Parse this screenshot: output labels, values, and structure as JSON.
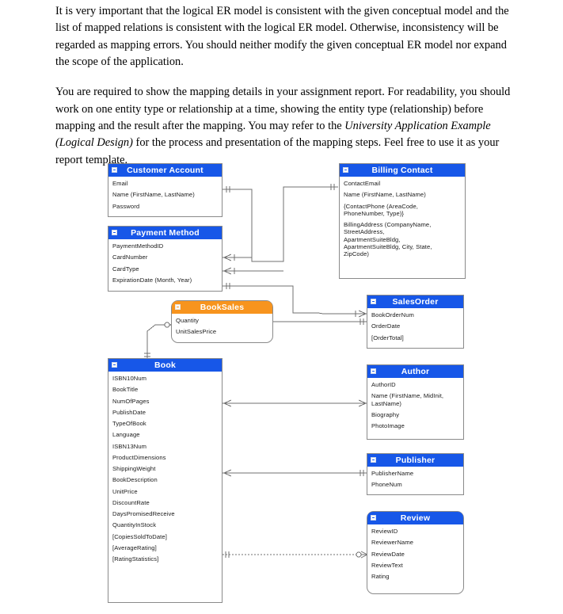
{
  "document": {
    "paragraphs": [
      "It is very important that the logical ER model is consistent with the given conceptual model and the list of mapped relations is consistent with the logical ER model. Otherwise, inconsistency will be regarded as mapping errors. You should neither modify the given conceptual ER model nor expand the scope of the application.",
      "You are required to show the mapping details in your assignment report. For readability, you should work on one entity type or relationship at a time, showing the entity type (relationship) before mapping and the result after the mapping. You may refer to the "
    ],
    "italic_reference": "University Application Example (Logical Design)",
    "paragraph2_tail": " for the process and presentation of the mapping steps. Feel free to use it as your report template."
  },
  "diagram": {
    "type": "entity-relationship-diagram",
    "notation": "crows-foot",
    "colors": {
      "entity_header": "#1757e8",
      "relationship_header": "#f7941e",
      "entity_body": "#ffffff",
      "border": "#8a8a8a",
      "connector": "#707070"
    },
    "entities": [
      {
        "name": "Customer Account",
        "kind": "entity",
        "header_color": "#1757e8",
        "attributes": [
          "Email",
          "Name (FirstName, LastName)",
          "Password"
        ]
      },
      {
        "name": "Payment Method",
        "kind": "entity",
        "header_color": "#1757e8",
        "attributes": [
          "PaymentMethodID",
          "CardNumber",
          "CardType",
          "ExpirationDate (Month, Year)"
        ]
      },
      {
        "name": "Billing Contact",
        "kind": "entity",
        "header_color": "#1757e8",
        "attributes": [
          "ContactEmail",
          "Name (FirstName, LastName)",
          "{ContactPhone (AreaCode,\nPhoneNumber, Type)}",
          "BillingAddress (CompanyName,\nStreetAddress,\nApartmentSuiteBldg,\nApartmentSuiteBldg, City, State,\nZipCode)"
        ]
      },
      {
        "name": "BookSales",
        "kind": "relationship",
        "header_color": "#f7941e",
        "attributes": [
          "Quantity",
          "UnitSalesPrice"
        ]
      },
      {
        "name": "SalesOrder",
        "kind": "entity",
        "header_color": "#1757e8",
        "attributes": [
          "BookOrderNum",
          "OrderDate",
          "[OrderTotal]"
        ]
      },
      {
        "name": "Book",
        "kind": "entity",
        "header_color": "#1757e8",
        "attributes": [
          "ISBN10Num",
          "BookTitle",
          "NumOfPages",
          "PublishDate",
          "TypeOfBook",
          "Language",
          "ISBN13Num",
          "ProductDimensions",
          "ShippingWeight",
          "BookDescription",
          "UnitPrice",
          "DiscountRate",
          "DaysPromisedReceive",
          "QuantityInStock",
          "[CopiesSoldToDate]",
          "[AverageRating]",
          "[RatingStatistics]"
        ]
      },
      {
        "name": "Author",
        "kind": "entity",
        "header_color": "#1757e8",
        "attributes": [
          "AuthorID",
          "Name (FirstName, MidInit,\nLastName)",
          "Biography",
          "PhotoImage"
        ]
      },
      {
        "name": "Publisher",
        "kind": "entity",
        "header_color": "#1757e8",
        "attributes": [
          "PublisherName",
          "PhoneNum"
        ]
      },
      {
        "name": "Review",
        "kind": "entity",
        "header_color": "#1757e8",
        "attributes": [
          "ReviewID",
          "ReviewerName",
          "ReviewDate",
          "ReviewText",
          "Rating"
        ]
      }
    ],
    "relationships": [
      {
        "from": "Customer Account",
        "to": "Billing Contact",
        "from_card": "one",
        "to_card": "one",
        "style": "solid"
      },
      {
        "from": "Payment Method",
        "to": "Customer Account",
        "from_card": "many",
        "to_card": "one",
        "style": "solid"
      },
      {
        "from": "Payment Method",
        "to": "Billing Contact",
        "from_card": "many",
        "to_card": "one",
        "style": "solid"
      },
      {
        "from": "Payment Method",
        "to": "SalesOrder",
        "from_card": "one",
        "to_card": "many",
        "style": "solid"
      },
      {
        "from": "BookSales",
        "to": "SalesOrder",
        "from_card": "many",
        "to_card": "one",
        "style": "solid"
      },
      {
        "from": "BookSales",
        "to": "Book",
        "from_card": "zero-or-many",
        "to_card": "one",
        "style": "solid"
      },
      {
        "from": "Book",
        "to": "Author",
        "from_card": "many",
        "to_card": "many",
        "style": "solid"
      },
      {
        "from": "Book",
        "to": "Publisher",
        "from_card": "many",
        "to_card": "one",
        "style": "solid"
      },
      {
        "from": "Book",
        "to": "Review",
        "from_card": "one",
        "to_card": "zero-or-many",
        "style": "dashed"
      }
    ]
  }
}
